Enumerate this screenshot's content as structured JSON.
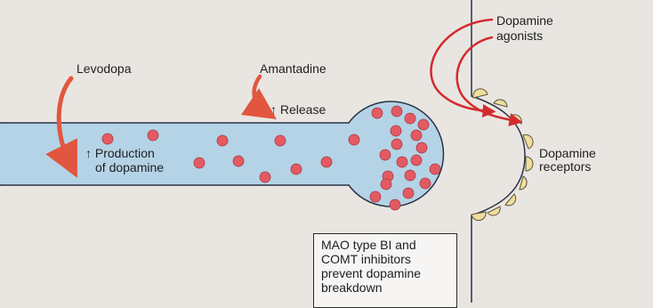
{
  "labels": {
    "levodopa": "Levodopa",
    "amantadine": "Amantadine",
    "release": "↑ Release",
    "production_line1": "↑ Production",
    "production_line2": "of dopamine",
    "agonists_line1": "Dopamine",
    "agonists_line2": "agonists",
    "receptors_line1": "Dopamine",
    "receptors_line2": "receptors",
    "inhibitors_lines": [
      "MAO type BI and",
      "COMT inhibitors",
      "prevent dopamine",
      "breakdown"
    ]
  },
  "colors": {
    "background": "#e9e6e2",
    "neuron_fill": "#b4d3e6",
    "neuron_stroke": "#2b3344",
    "vesicle": "#e45a63",
    "arrow": "#e2563f",
    "agonist_arrow": "#d42a2e",
    "receptor": "#eedf9a"
  },
  "icons": {
    "vesicle": "red-circle",
    "receptor": "yellow-semicircle",
    "drug_arrow": "curved-arrow"
  }
}
